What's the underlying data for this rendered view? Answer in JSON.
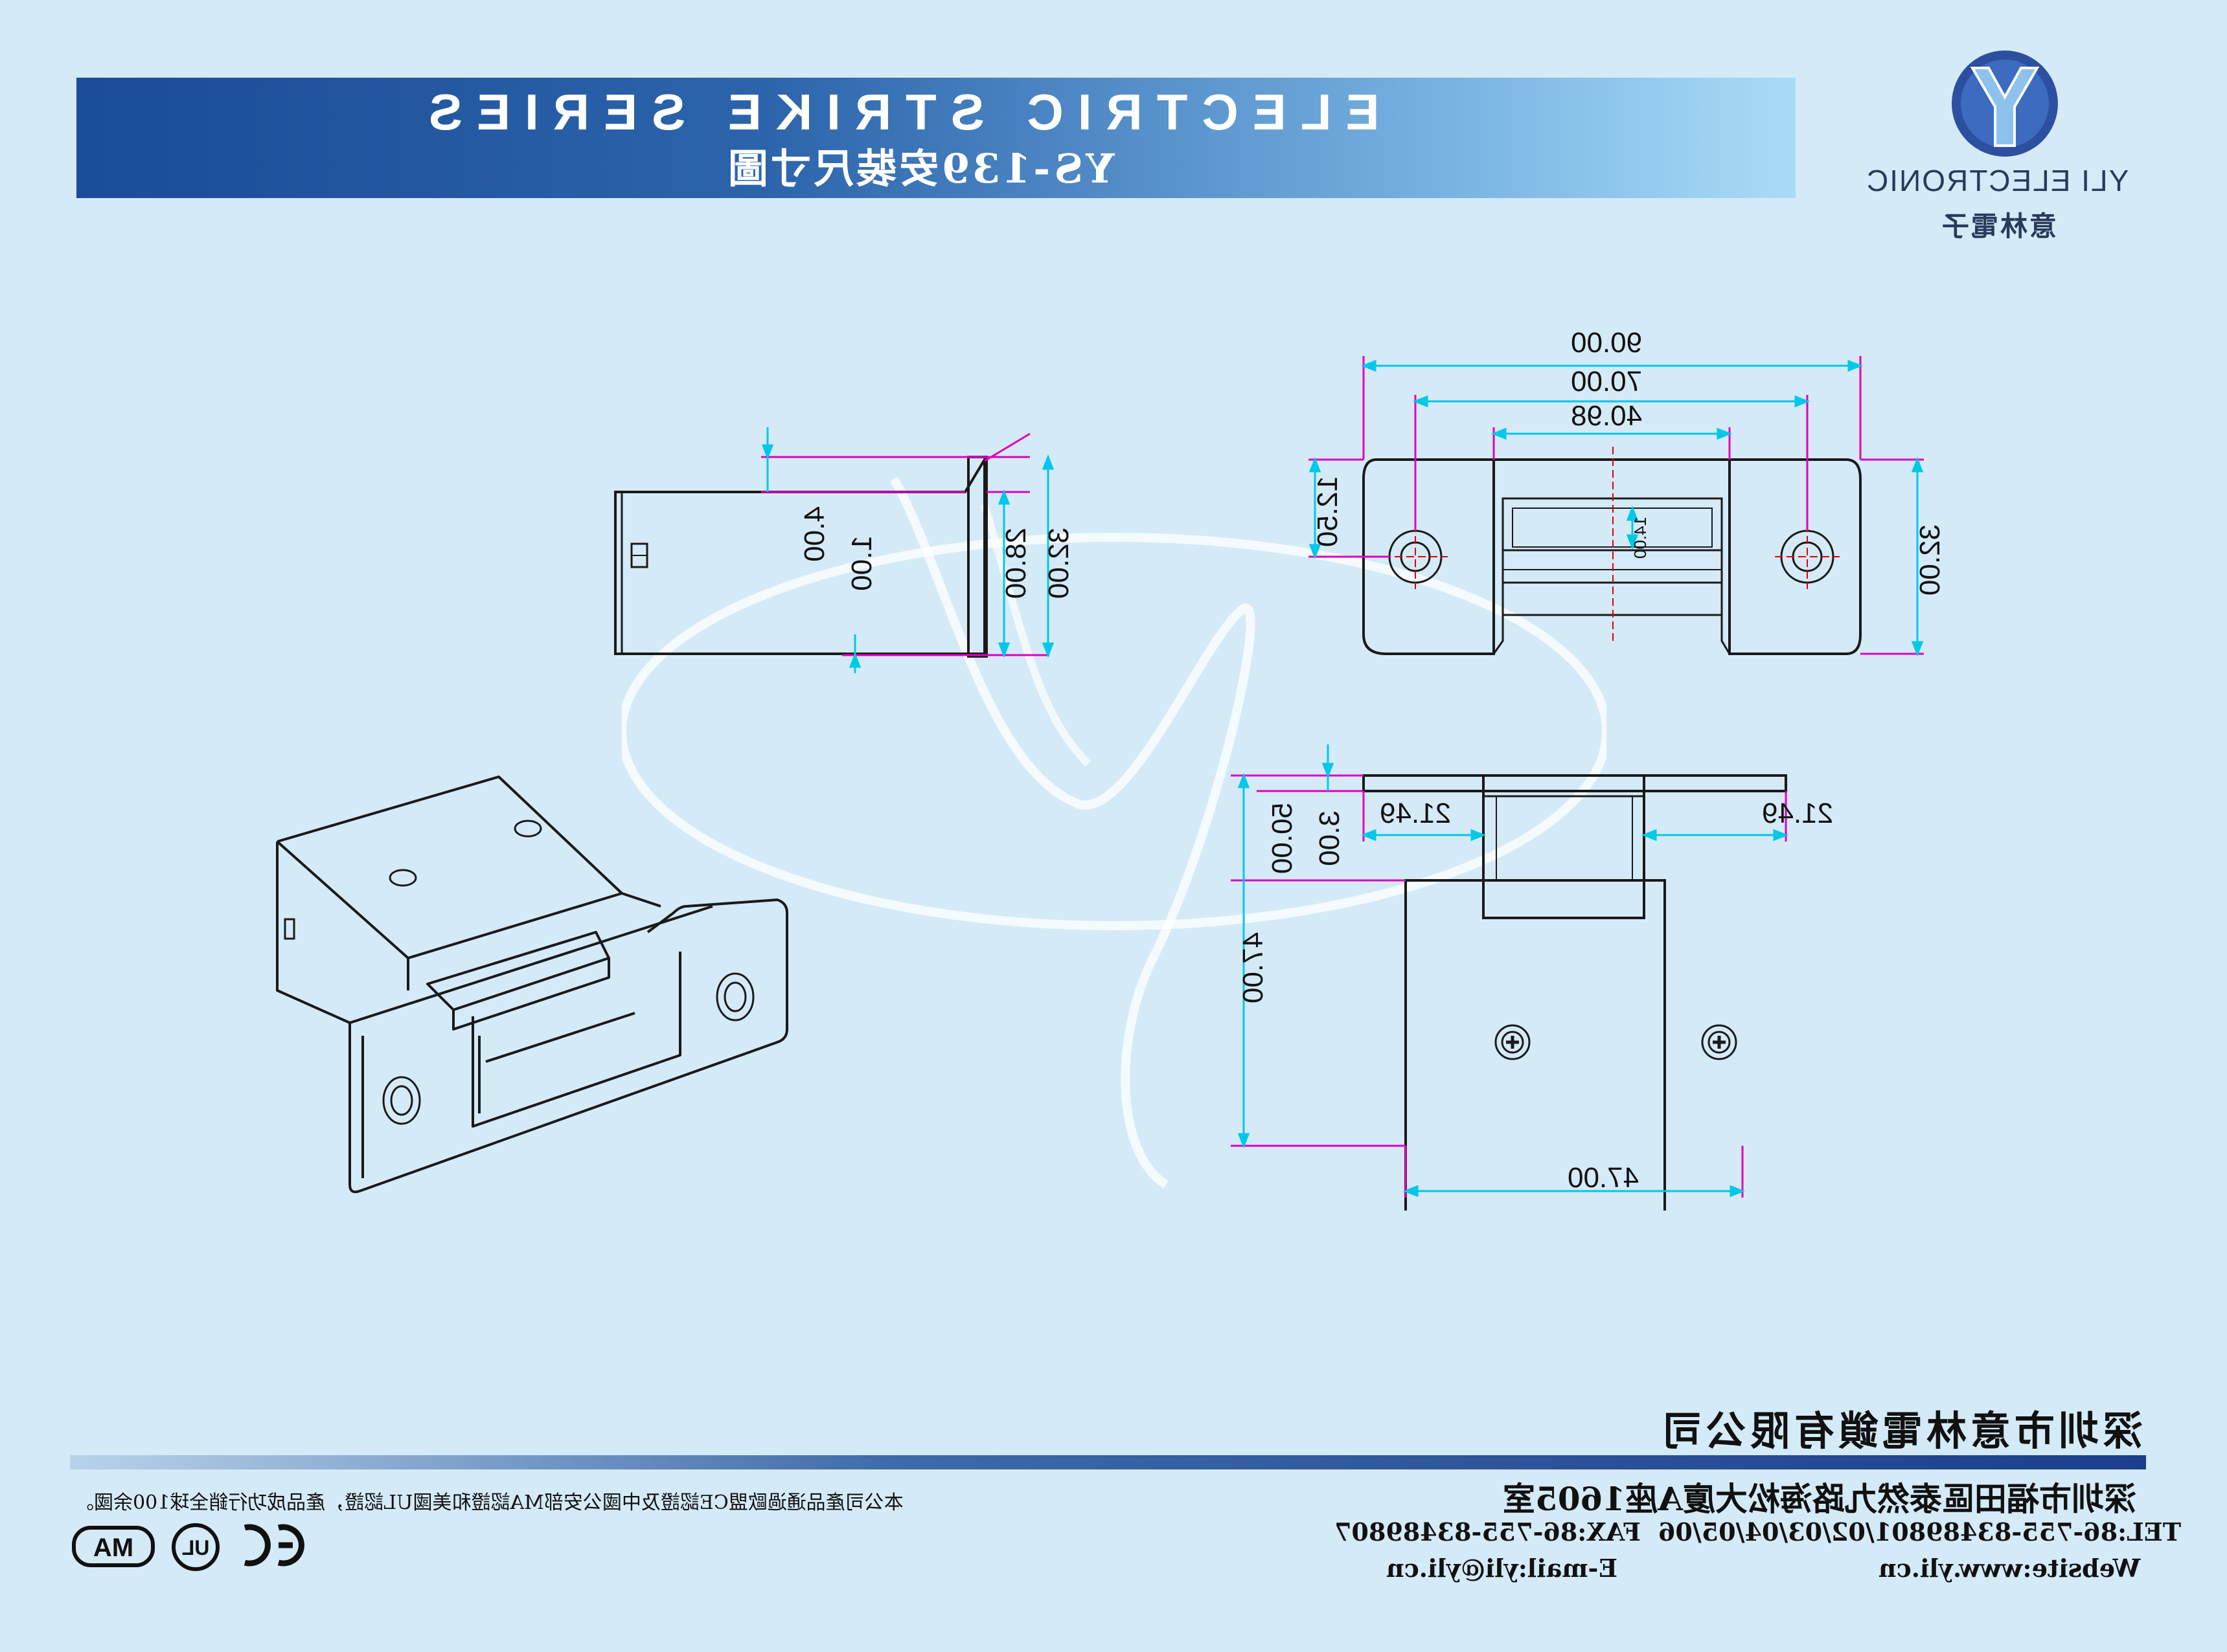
{
  "header": {
    "title": "ELECTRIC STRIKE SERIES",
    "subtitle": "YS-139安裝尺寸圖"
  },
  "logo": {
    "brand_en": "YLI ELECTRONIC",
    "brand_cn": "意林電子",
    "colors": {
      "ring": "#2d4fa0",
      "inner": "#5ea3e0"
    }
  },
  "dimensions": {
    "side_view": {
      "d1": "4.00",
      "d2": "1.00",
      "d3": "28.00",
      "d4": "32.00"
    },
    "front_view": {
      "overall_width": "90.00",
      "hole_spacing": "70.00",
      "opening_width": "40.98",
      "hole_offset": "12.50",
      "height": "32.00",
      "inner": "14.00"
    },
    "top_view": {
      "depth_total": "50.00",
      "flange": "3.00",
      "left_flange": "21.49",
      "right_flange": "21.49",
      "body_depth": "47.00",
      "body_width": "47.00"
    }
  },
  "footer": {
    "company": "深圳市意林電鎖有限公司",
    "address": "深圳市福田區泰然九路海松大廈A座1605室",
    "tel": "TEL:86-755-83489801/02/03/04/05/06",
    "fax": "FAX:86-755-83489807",
    "website": "Website:www.yli.cn",
    "email": "E-mail:yli@yli.cn",
    "certification_note": "本公司產品通過歐盟CE認證及中國公安部MA認證和美國UL認證，產品成功行銷全球100余國。",
    "cert_marks": [
      "CE",
      "UL",
      "MA"
    ]
  },
  "colors": {
    "dimension_line": "#00c8e8",
    "extension_line": "#e000c0",
    "outline": "#1a1a1a",
    "center_line": "#e00000"
  }
}
